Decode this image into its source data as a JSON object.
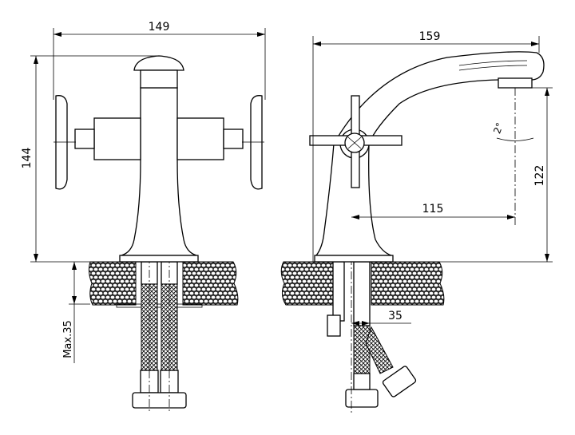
{
  "drawing": {
    "front_view": {
      "width_label": "149",
      "height_label": "144",
      "depth_label": "Max.35"
    },
    "side_view": {
      "depth_label": "159",
      "spout_height_label": "122",
      "reach_label": "115",
      "angle_label": "2°",
      "offset_label": "35"
    }
  }
}
